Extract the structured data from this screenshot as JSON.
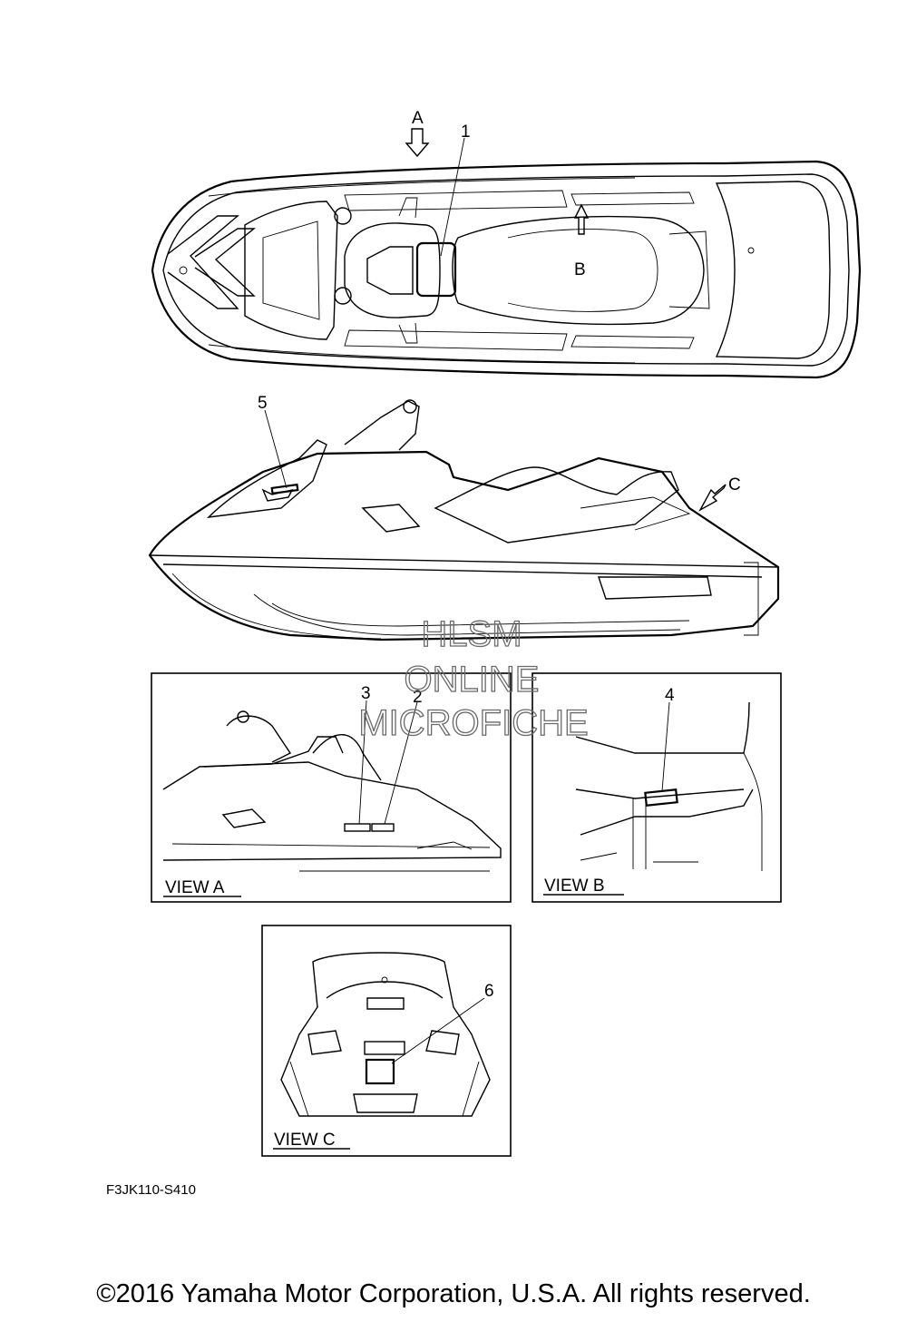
{
  "callouts": {
    "n1": "1",
    "n2": "2",
    "n3": "3",
    "n4": "4",
    "n5": "5",
    "n6": "6",
    "a": "A",
    "b": "B",
    "c": "C"
  },
  "views": {
    "view_a": "VIEW A",
    "view_b": "VIEW B",
    "view_c": "VIEW C"
  },
  "watermark": {
    "line1": "HLSM",
    "line2": "ONLINE",
    "line3": "MICROFICHE"
  },
  "figure_code": "F3JK110-S410",
  "copyright": "©2016 Yamaha Motor Corporation, U.S.A. All rights reserved.",
  "colors": {
    "line": "#000000",
    "watermark": "#6a6a6a",
    "background": "#ffffff"
  }
}
